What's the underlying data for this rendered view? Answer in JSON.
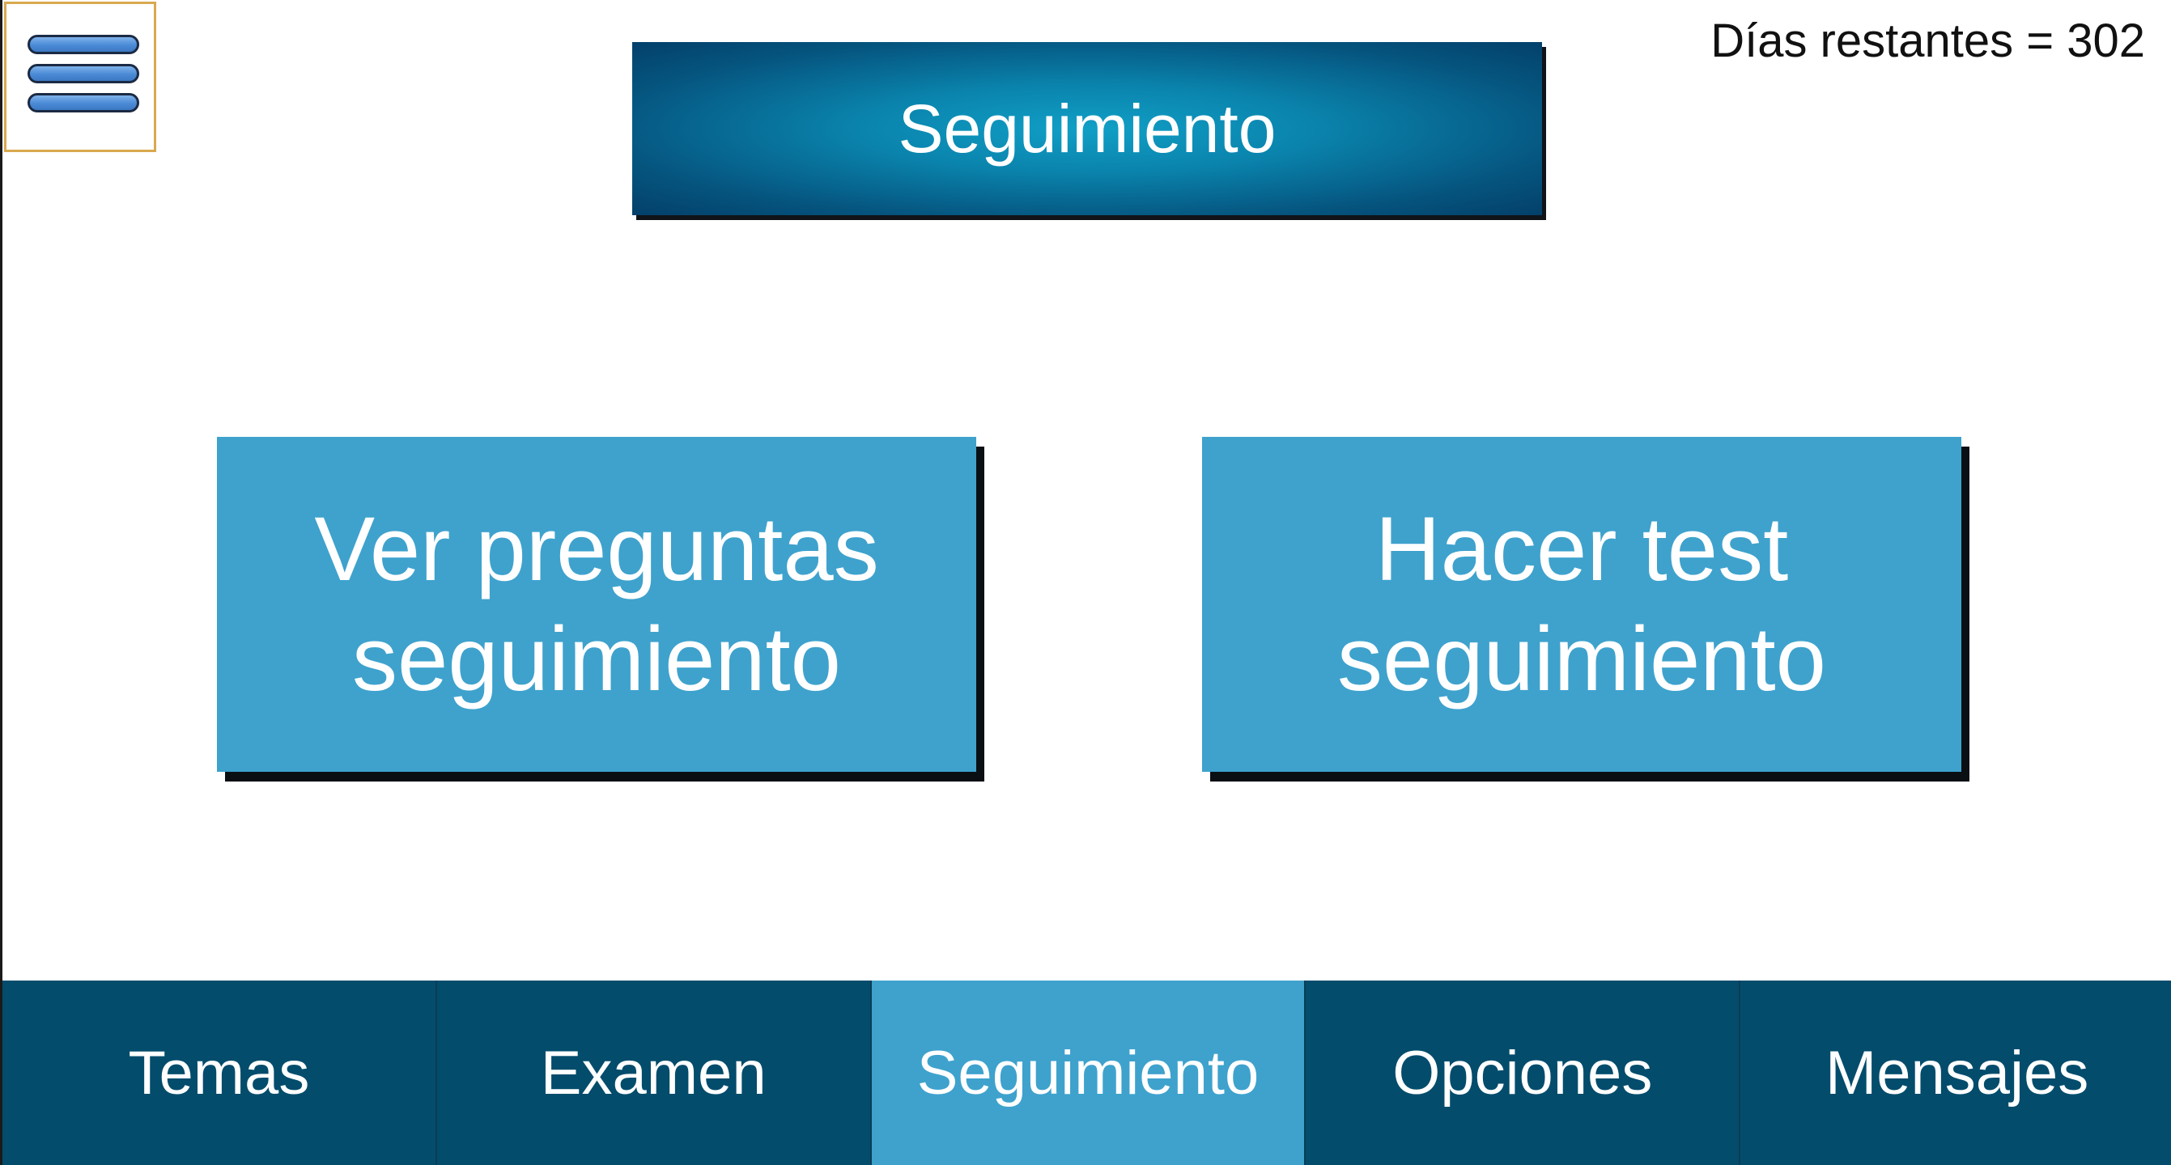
{
  "header": {
    "title": "Seguimiento",
    "days_remaining": "Días restantes = 302",
    "menu_icon": "hamburger-menu-icon"
  },
  "actions": [
    {
      "line1": "Ver preguntas",
      "line2": "seguimiento"
    },
    {
      "line1": "Hacer test",
      "line2": "seguimiento"
    }
  ],
  "nav": {
    "tabs": [
      {
        "label": "Temas"
      },
      {
        "label": "Examen"
      },
      {
        "label": "Seguimiento",
        "active": true
      },
      {
        "label": "Opciones"
      },
      {
        "label": "Mensajes"
      }
    ]
  },
  "colors": {
    "accent": "#3ea2cd",
    "nav_background": "#034c6c",
    "banner": "#0a84ad"
  }
}
